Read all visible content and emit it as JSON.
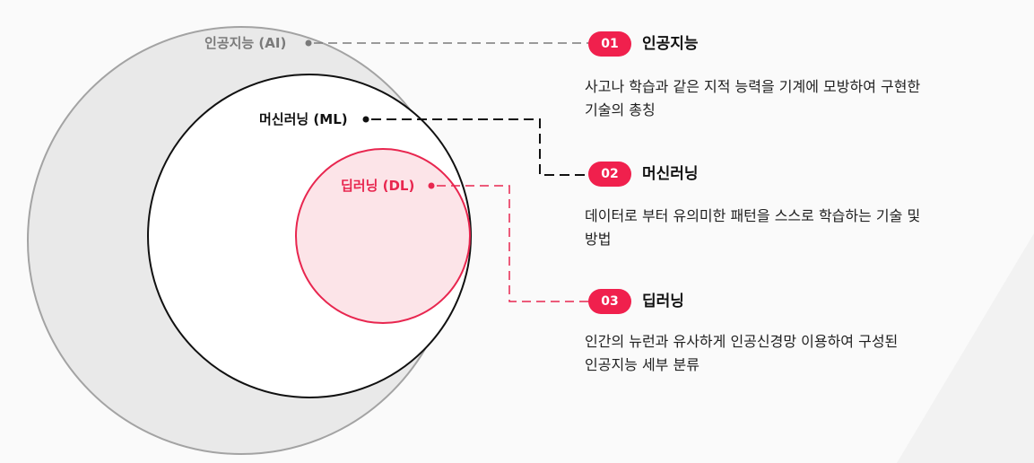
{
  "colors": {
    "background": "#fafafa",
    "ai_fill": "#e9e9e9",
    "ai_stroke": "#a3a3a3",
    "ml_fill": "#ffffff",
    "ml_stroke": "#111111",
    "dl_fill": "#fce4e8",
    "dl_stroke": "#e8264f",
    "accent": "#f0204d",
    "ai_label": "#7a7a7a",
    "ml_label": "#111111",
    "dl_label": "#e8264f"
  },
  "circle_labels": {
    "ai": "인공지능 (AI)",
    "ml": "머신러닝 (ML)",
    "dl": "딥러닝 (DL)"
  },
  "items": [
    {
      "number": "01",
      "title": "인공지능",
      "desc_line1": "사고나 학습과 같은 지적 능력을 기계에 모방하여 구현한",
      "desc_line2": "기술의 총칭"
    },
    {
      "number": "02",
      "title": "머신러닝",
      "desc_line1": "데이터로 부터 유의미한 패턴을 스스로 학습하는 기술 및",
      "desc_line2": "방법"
    },
    {
      "number": "03",
      "title": "딥러닝",
      "desc_line1": "인간의 뉴런과 유사하게 인공신경망 이용하여 구성된",
      "desc_line2": "인공지능 세부 분류"
    }
  ]
}
